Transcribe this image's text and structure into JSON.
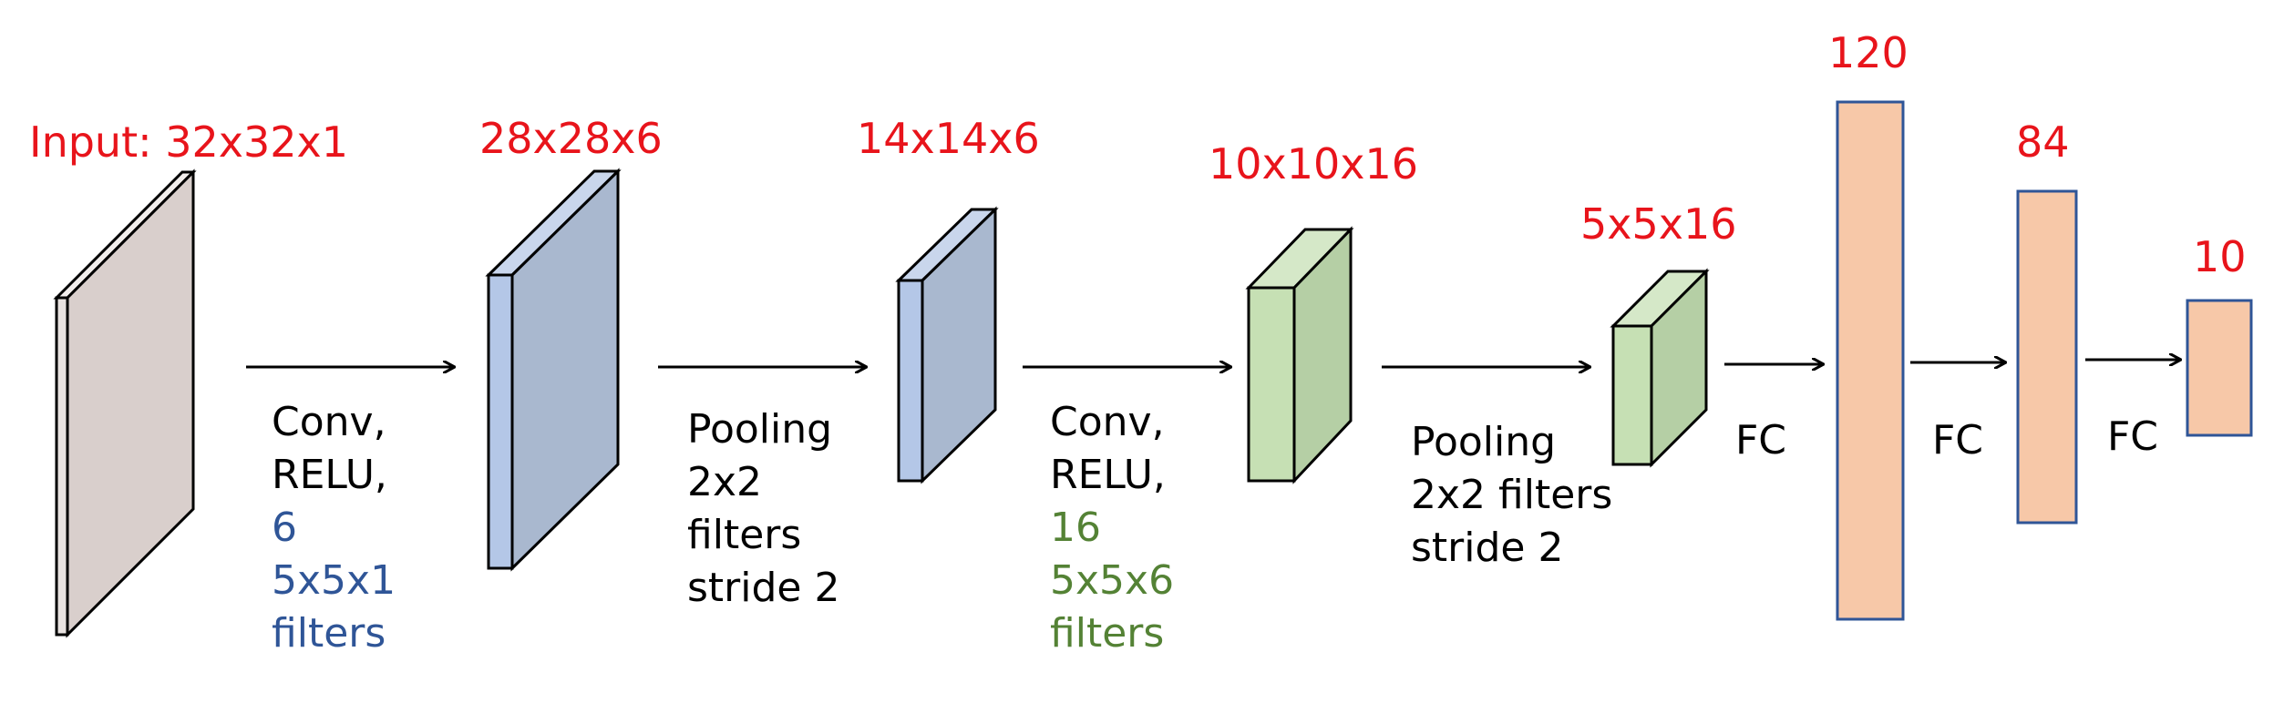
{
  "colors": {
    "dim_label": "#e8141b",
    "conv1_filters": "#2f5597",
    "conv2_filters": "#548235",
    "text": "#000000",
    "input_face": "#d9cfcc",
    "conv1_face": "#a9b8cf",
    "conv1_side": "#b4c7e7",
    "conv2_face": "#c6e0b4",
    "conv2_side": "#b5cfa5",
    "fc_face": "#f7c8a8",
    "fc_border": "#2f5597"
  },
  "layers": {
    "input": {
      "label": "Input: 32x32x1"
    },
    "conv1": {
      "label": "28x28x6"
    },
    "pool1": {
      "label": "14x14x6"
    },
    "conv2": {
      "label": "10x10x16"
    },
    "pool2": {
      "label": "5x5x16"
    },
    "fc1": {
      "label": "120"
    },
    "fc2": {
      "label": "84"
    },
    "fc3": {
      "label": "10"
    }
  },
  "operations": {
    "conv1": {
      "line1": "Conv,",
      "line2": "RELU,",
      "count": "6",
      "size": "5x5x1",
      "unit": "filters"
    },
    "pool1": {
      "line1": "Pooling",
      "line2": "2x2",
      "line3": "filters",
      "line4": "stride 2"
    },
    "conv2": {
      "line1": "Conv,",
      "line2": "RELU,",
      "count": "16",
      "size": "5x5x6",
      "unit": "filters"
    },
    "pool2": {
      "line1": "Pooling",
      "line2": "2x2 filters",
      "line3": "stride 2"
    },
    "fc1": {
      "label": "FC"
    },
    "fc2": {
      "label": "FC"
    },
    "fc3": {
      "label": "FC"
    }
  }
}
